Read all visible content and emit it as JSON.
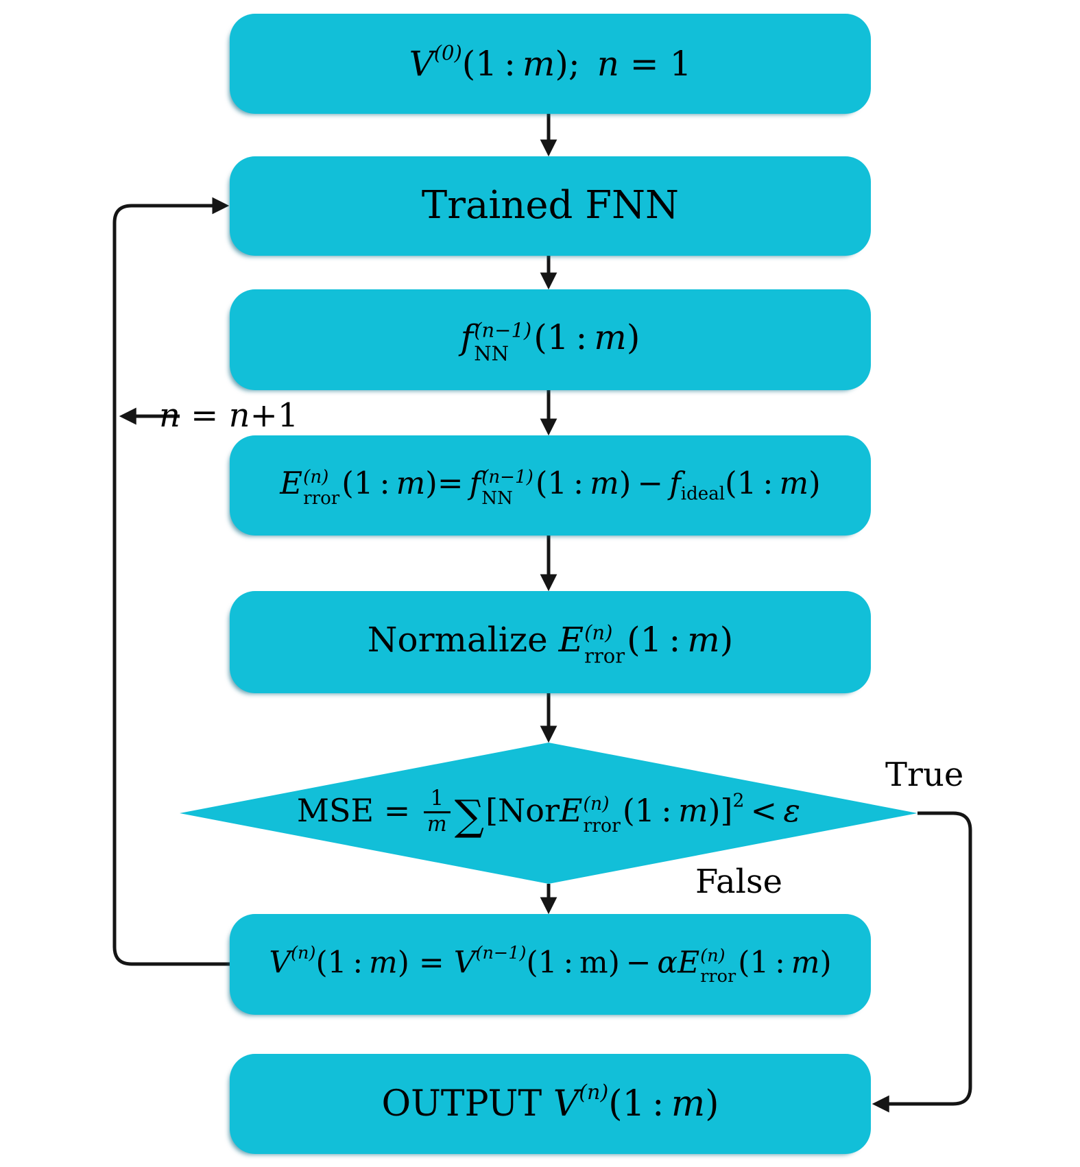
{
  "diagram": {
    "type": "flowchart",
    "colors": {
      "node_fill": "#12bfd8",
      "connector": "#151515",
      "text": "#000000",
      "background": "#ffffff"
    },
    "nodes": [
      {
        "id": "init",
        "shape": "rounded-rect",
        "text": "V^(0)(1:m); n = 1",
        "runs": [
          {
            "t": "V",
            "it": true
          },
          {
            "sup": "(0)"
          },
          {
            "t": "(1 : "
          },
          {
            "t": "m",
            "it": true
          },
          {
            "t": "); "
          },
          {
            "t": "n",
            "it": true
          },
          {
            "t": " = 1"
          }
        ]
      },
      {
        "id": "trained-fnn",
        "shape": "rounded-rect",
        "text": "Trained FNN",
        "runs": [
          {
            "t": "Trained FNN"
          }
        ]
      },
      {
        "id": "fnn-output",
        "shape": "rounded-rect",
        "text": "f_NN^(n-1)(1:m)",
        "runs": [
          {
            "t": "f",
            "it": true
          },
          {
            "sup": "(n−1)",
            "sub": "NN",
            "subup": true
          },
          {
            "t": "(1 : "
          },
          {
            "t": "m",
            "it": true
          },
          {
            "t": ")"
          }
        ]
      },
      {
        "id": "error",
        "shape": "rounded-rect",
        "text": "E_rror^(n)(1:m) = f_NN^(n-1)(1:m) − f_ideal(1:m)",
        "runs": [
          {
            "t": "E",
            "it": true
          },
          {
            "sup": "(n)",
            "sub": "rror",
            "subup": true
          },
          {
            "t": "(1 : "
          },
          {
            "t": "m",
            "it": true
          },
          {
            "t": ")= "
          },
          {
            "t": "f",
            "it": true
          },
          {
            "sup": "(n−1)",
            "sub": "NN",
            "subup": true
          },
          {
            "t": "(1 : "
          },
          {
            "t": "m",
            "it": true
          },
          {
            "t": ") − "
          },
          {
            "t": "f",
            "it": true
          },
          {
            "sub": "ideal",
            "subup": true
          },
          {
            "t": "(1 : "
          },
          {
            "t": "m",
            "it": true
          },
          {
            "t": ")"
          }
        ]
      },
      {
        "id": "normalize",
        "shape": "rounded-rect",
        "text": "Normalize E_rror^(n)(1:m)",
        "runs": [
          {
            "t": "Normalize "
          },
          {
            "t": "E",
            "it": true
          },
          {
            "sup": "(n)",
            "sub": "rror",
            "subup": true
          },
          {
            "t": "(1 : "
          },
          {
            "t": "m",
            "it": true
          },
          {
            "t": ")"
          }
        ]
      },
      {
        "id": "mse-check",
        "shape": "diamond",
        "text": "MSE = (1/m)∑[NorE_rror^(n)(1:m)]^2 < ε",
        "runs": [
          {
            "t": "MSE = "
          },
          {
            "frac": {
              "num": "1",
              "den": "m",
              "den_it": true
            }
          },
          {
            "t": "∑",
            "big": true
          },
          {
            "t": "[Nor"
          },
          {
            "t": "E",
            "it": true
          },
          {
            "sup": "(n)",
            "sub": "rror",
            "subup": true
          },
          {
            "t": "(1 : "
          },
          {
            "t": "m",
            "it": true
          },
          {
            "t": ")]"
          },
          {
            "sup": "2",
            "supup": true
          },
          {
            "t": " < "
          },
          {
            "t": "ε",
            "it": true
          }
        ]
      },
      {
        "id": "update",
        "shape": "rounded-rect",
        "text": "V^(n)(1:m) = V^(n-1)(1:m) − αE_rror^(n)(1:m)",
        "runs": [
          {
            "t": "V",
            "it": true
          },
          {
            "sup": "(n)"
          },
          {
            "t": "(1 : "
          },
          {
            "t": "m",
            "it": true
          },
          {
            "t": ") = "
          },
          {
            "t": "V",
            "it": true
          },
          {
            "sup": "(n−1)"
          },
          {
            "t": "(1 : m) − "
          },
          {
            "t": "αE",
            "it": true
          },
          {
            "sup": "(n)",
            "sub": "rror",
            "subup": true
          },
          {
            "t": "(1 : "
          },
          {
            "t": "m",
            "it": true
          },
          {
            "t": ")"
          }
        ]
      },
      {
        "id": "output",
        "shape": "rounded-rect",
        "text": "OUTPUT V^(n)(1:m)",
        "runs": [
          {
            "t": "OUTPUT "
          },
          {
            "t": "V",
            "it": true
          },
          {
            "sup": "(n)"
          },
          {
            "t": "(1 : "
          },
          {
            "t": "m",
            "it": true
          },
          {
            "t": ")"
          }
        ]
      }
    ],
    "edge_labels": {
      "loop": {
        "text": "n = n+1",
        "runs": [
          {
            "t": "n",
            "it": true
          },
          {
            "t": " = "
          },
          {
            "t": "n",
            "it": true
          },
          {
            "t": "+1"
          }
        ]
      },
      "true_branch": {
        "text": "True"
      },
      "false_branch": {
        "text": "False"
      }
    },
    "edges": [
      {
        "from": "init",
        "to": "trained-fnn"
      },
      {
        "from": "trained-fnn",
        "to": "fnn-output"
      },
      {
        "from": "fnn-output",
        "to": "error"
      },
      {
        "from": "error",
        "to": "normalize"
      },
      {
        "from": "normalize",
        "to": "mse-check"
      },
      {
        "from": "mse-check",
        "to": "update",
        "label": "False"
      },
      {
        "from": "mse-check",
        "to": "output",
        "label": "True"
      },
      {
        "from": "update",
        "to": "trained-fnn",
        "label": "n = n+1"
      }
    ]
  }
}
